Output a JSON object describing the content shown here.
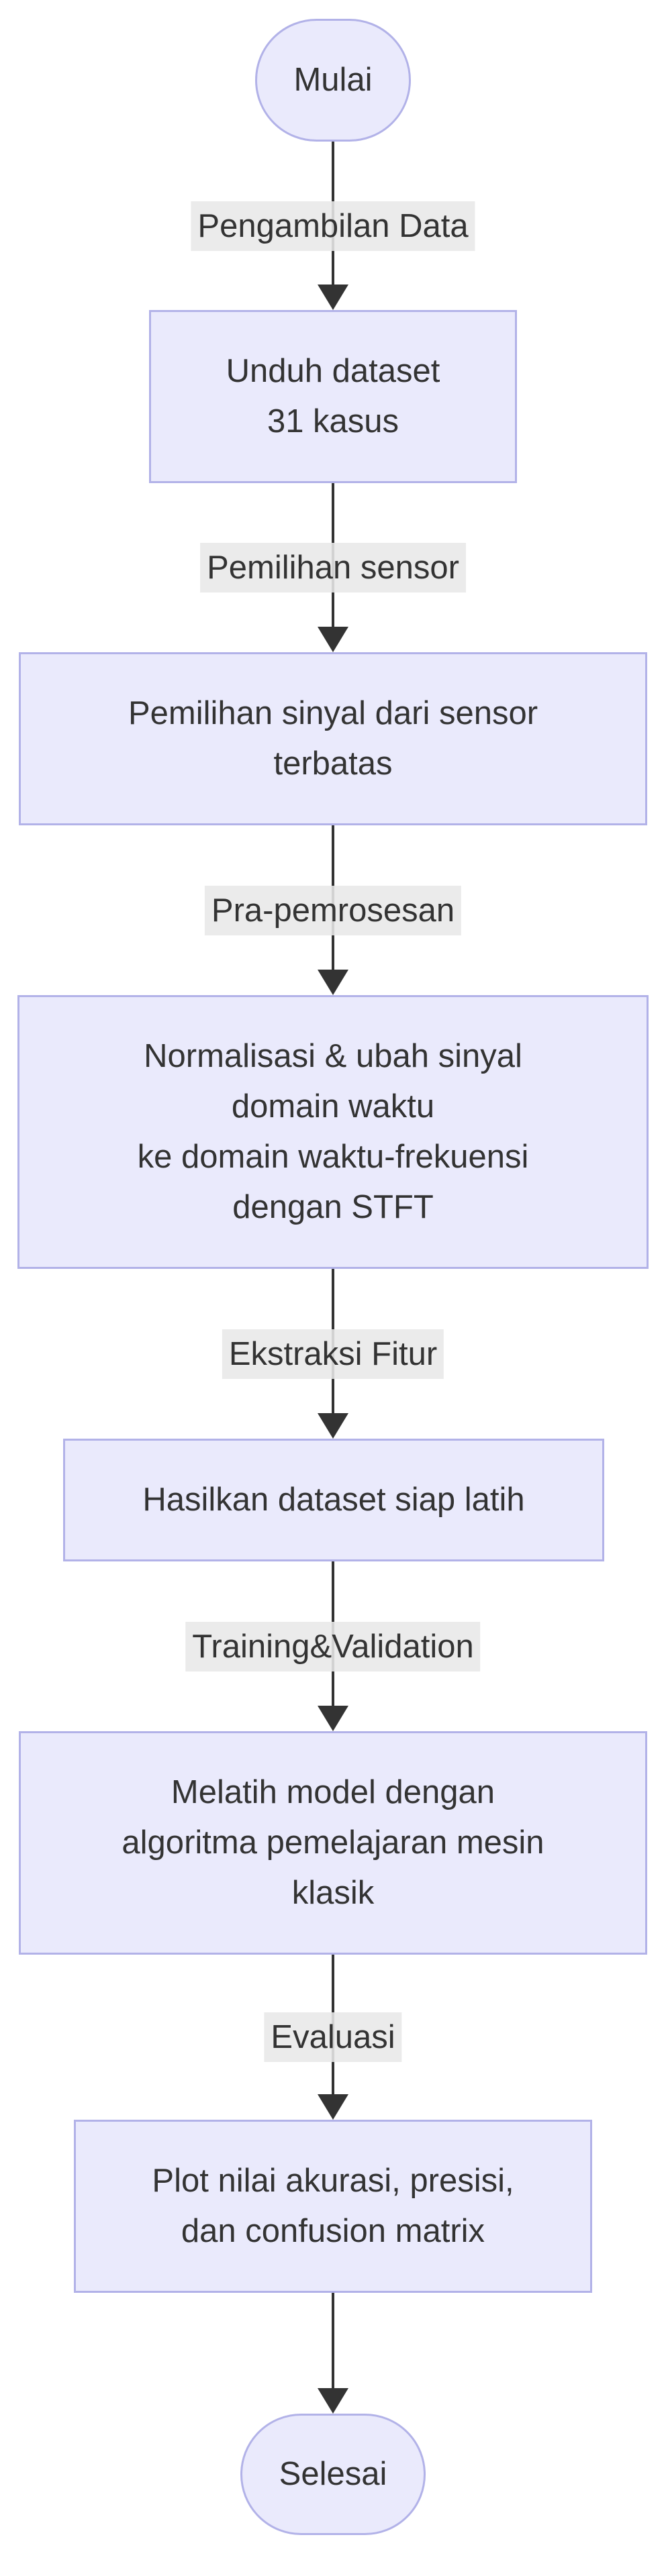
{
  "diagram": {
    "type": "flowchart",
    "direction": "top-down",
    "colors": {
      "node-fill": "#EAEAFC",
      "node-border": "#B2B2E8",
      "edge": "#333333",
      "label-bg": "#E8E8E8",
      "text": "#333333",
      "background": "#FFFFFF"
    },
    "nodes": [
      {
        "id": "start",
        "shape": "stadium",
        "label": "Mulai"
      },
      {
        "id": "download",
        "shape": "rect",
        "label": "Unduh dataset\n31 kasus"
      },
      {
        "id": "sensor",
        "shape": "rect",
        "label": "Pemilihan sinyal dari sensor\nterbatas"
      },
      {
        "id": "preprocess",
        "shape": "rect",
        "label": "Normalisasi & ubah sinyal\ndomain waktu\nke domain waktu-frekuensi\ndengan STFT"
      },
      {
        "id": "dataset",
        "shape": "rect",
        "label": "Hasilkan dataset siap latih"
      },
      {
        "id": "train",
        "shape": "rect",
        "label": "Melatih model dengan\nalgoritma pemelajaran mesin\nklasik"
      },
      {
        "id": "plot",
        "shape": "rect",
        "label": "Plot nilai akurasi, presisi,\ndan confusion matrix"
      },
      {
        "id": "end",
        "shape": "stadium",
        "label": "Selesai"
      }
    ],
    "edges": [
      {
        "from": "start",
        "to": "download",
        "label": "Pengambilan Data"
      },
      {
        "from": "download",
        "to": "sensor",
        "label": "Pemilihan sensor"
      },
      {
        "from": "sensor",
        "to": "preprocess",
        "label": "Pra-pemrosesan"
      },
      {
        "from": "preprocess",
        "to": "dataset",
        "label": "Ekstraksi Fitur"
      },
      {
        "from": "dataset",
        "to": "train",
        "label": "Training&Validation"
      },
      {
        "from": "train",
        "to": "plot",
        "label": "Evaluasi"
      },
      {
        "from": "plot",
        "to": "end",
        "label": ""
      }
    ]
  }
}
